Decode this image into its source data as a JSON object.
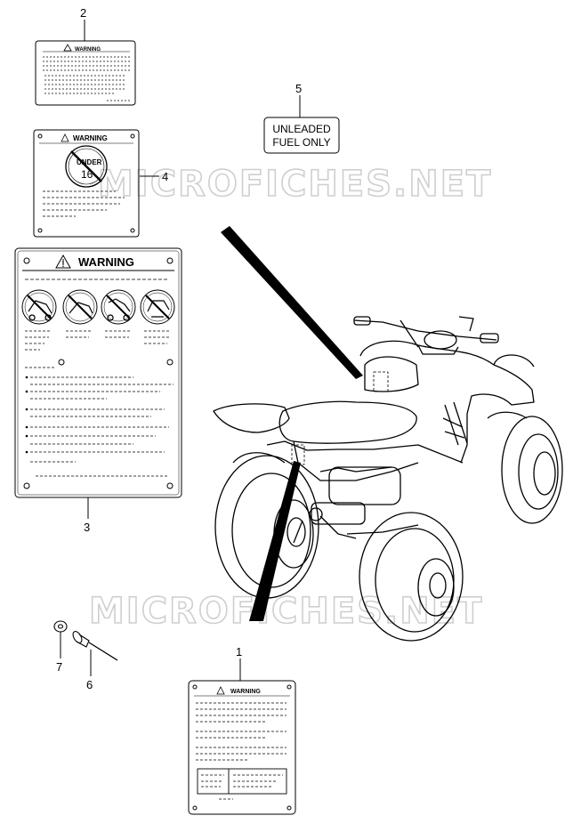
{
  "watermark": {
    "text": "MICROFICHES.NET"
  },
  "callouts": [
    {
      "id": "1",
      "label": "1"
    },
    {
      "id": "2",
      "label": "2"
    },
    {
      "id": "3",
      "label": "3"
    },
    {
      "id": "4",
      "label": "4"
    },
    {
      "id": "5",
      "label": "5"
    },
    {
      "id": "6",
      "label": "6"
    },
    {
      "id": "7",
      "label": "7"
    }
  ],
  "labels": {
    "warning_text": "WARNING",
    "unleaded_line1": "UNLEADED",
    "unleaded_line2": "FUEL ONLY",
    "under16_line1": "UNDER",
    "under16_line2": "16"
  },
  "colors": {
    "line": "#000000",
    "watermark": "#cfcfcf",
    "background": "#ffffff"
  }
}
